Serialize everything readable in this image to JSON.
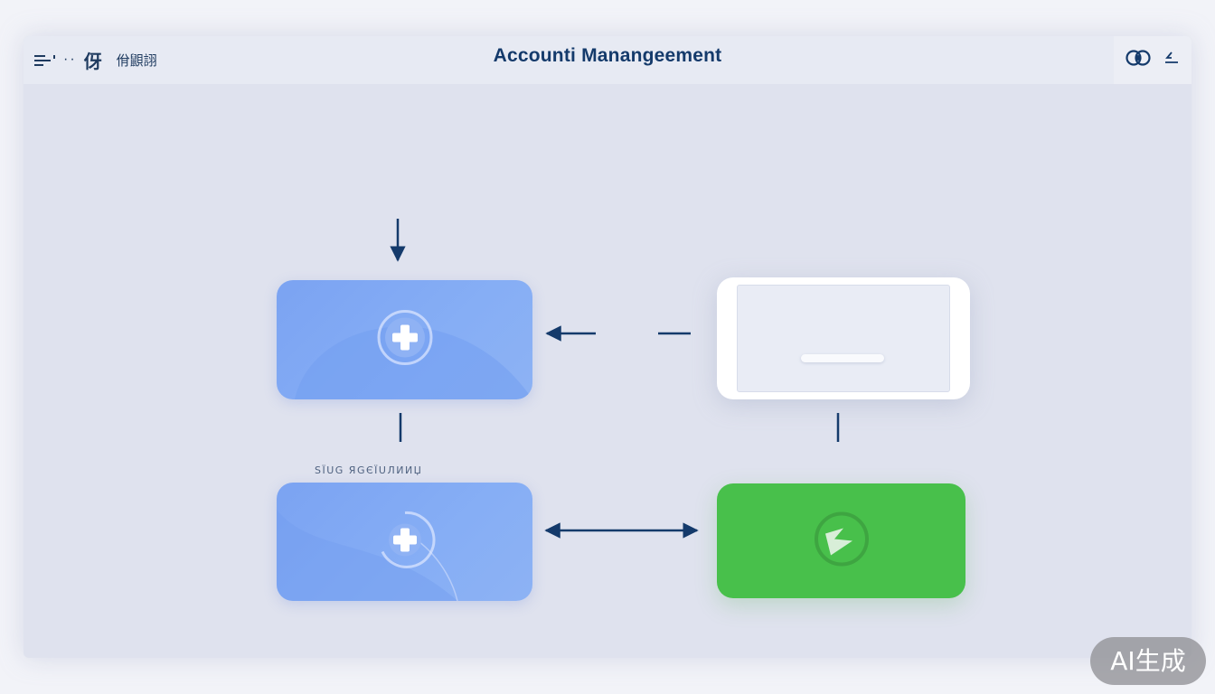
{
  "header": {
    "title": "Accounti Manangeement",
    "brand_mark": "伢",
    "brand_text": "佾鼰詡",
    "dots": "··"
  },
  "icons": {
    "menu": "menu-lines-icon",
    "brand": "brand-glyph-icon",
    "user": "user-circle-icon",
    "logout": "logout-icon",
    "add_a": "plus-circle-icon",
    "add_b": "plus-circle-icon",
    "refresh": "refresh-icon"
  },
  "diagram": {
    "node_label": "SЇUG ЯGЄЇUЛИИЏ",
    "nodes": [
      {
        "id": "create",
        "kind": "blue",
        "icon": "plus-circle"
      },
      {
        "id": "preview",
        "kind": "white",
        "icon": ""
      },
      {
        "id": "add",
        "kind": "blue",
        "icon": "plus-circle"
      },
      {
        "id": "confirm",
        "kind": "green",
        "icon": "refresh"
      }
    ]
  },
  "watermark": {
    "text": "AI生成"
  },
  "colors": {
    "accent": "#143a6b",
    "blue_node": "#7ba3f2",
    "green_node": "#48c04b",
    "background": "#dfe2ee"
  }
}
